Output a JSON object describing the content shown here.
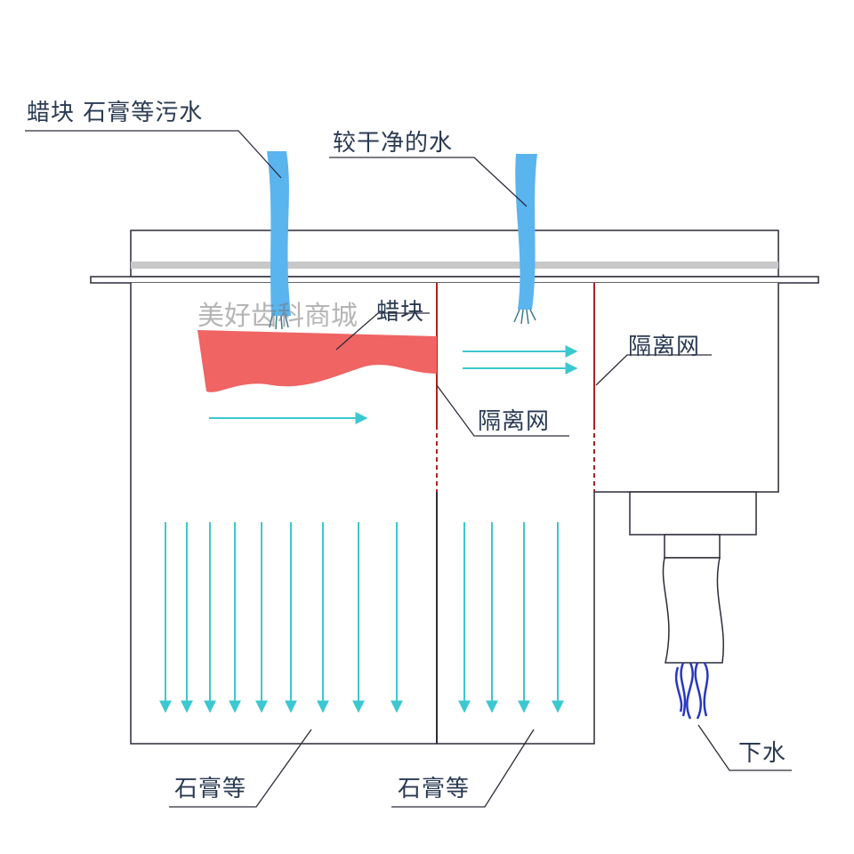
{
  "labels": {
    "dirty_water": "蜡块 石膏等污水",
    "clean_water": "较干净的水",
    "wax": "蜡块",
    "mesh_left": "隔离网",
    "mesh_right": "隔离网",
    "sediment_left": "石膏等",
    "sediment_right": "石膏等",
    "drain": "下水"
  },
  "watermark": "美好齿科商城",
  "colors": {
    "outline": "#2c2c3a",
    "pipe": "#5ab4ee",
    "wax": "#f06464",
    "flow_arrow": "#3cc8d0",
    "mesh": "#b02020",
    "rim": "#c8c8c8",
    "drain_water": "#2838c0"
  }
}
